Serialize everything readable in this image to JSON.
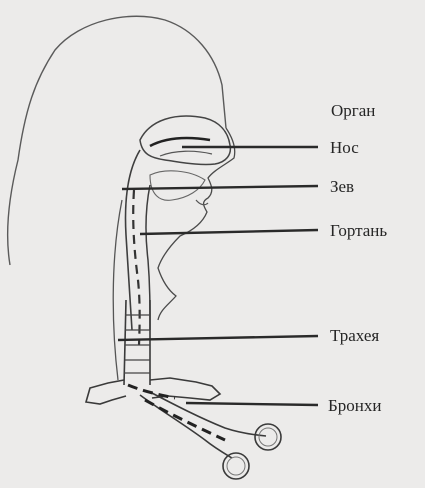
{
  "diagram": {
    "heading": "Орган",
    "organs": [
      {
        "key": "nose",
        "label": "Нос"
      },
      {
        "key": "pharynx",
        "label": "Зев"
      },
      {
        "key": "larynx",
        "label": "Гортань"
      },
      {
        "key": "trachea",
        "label": "Трахея"
      },
      {
        "key": "bronchi",
        "label": "Бронхи"
      }
    ]
  },
  "colors": {
    "background": "#ecebea",
    "ink": "#262626"
  }
}
